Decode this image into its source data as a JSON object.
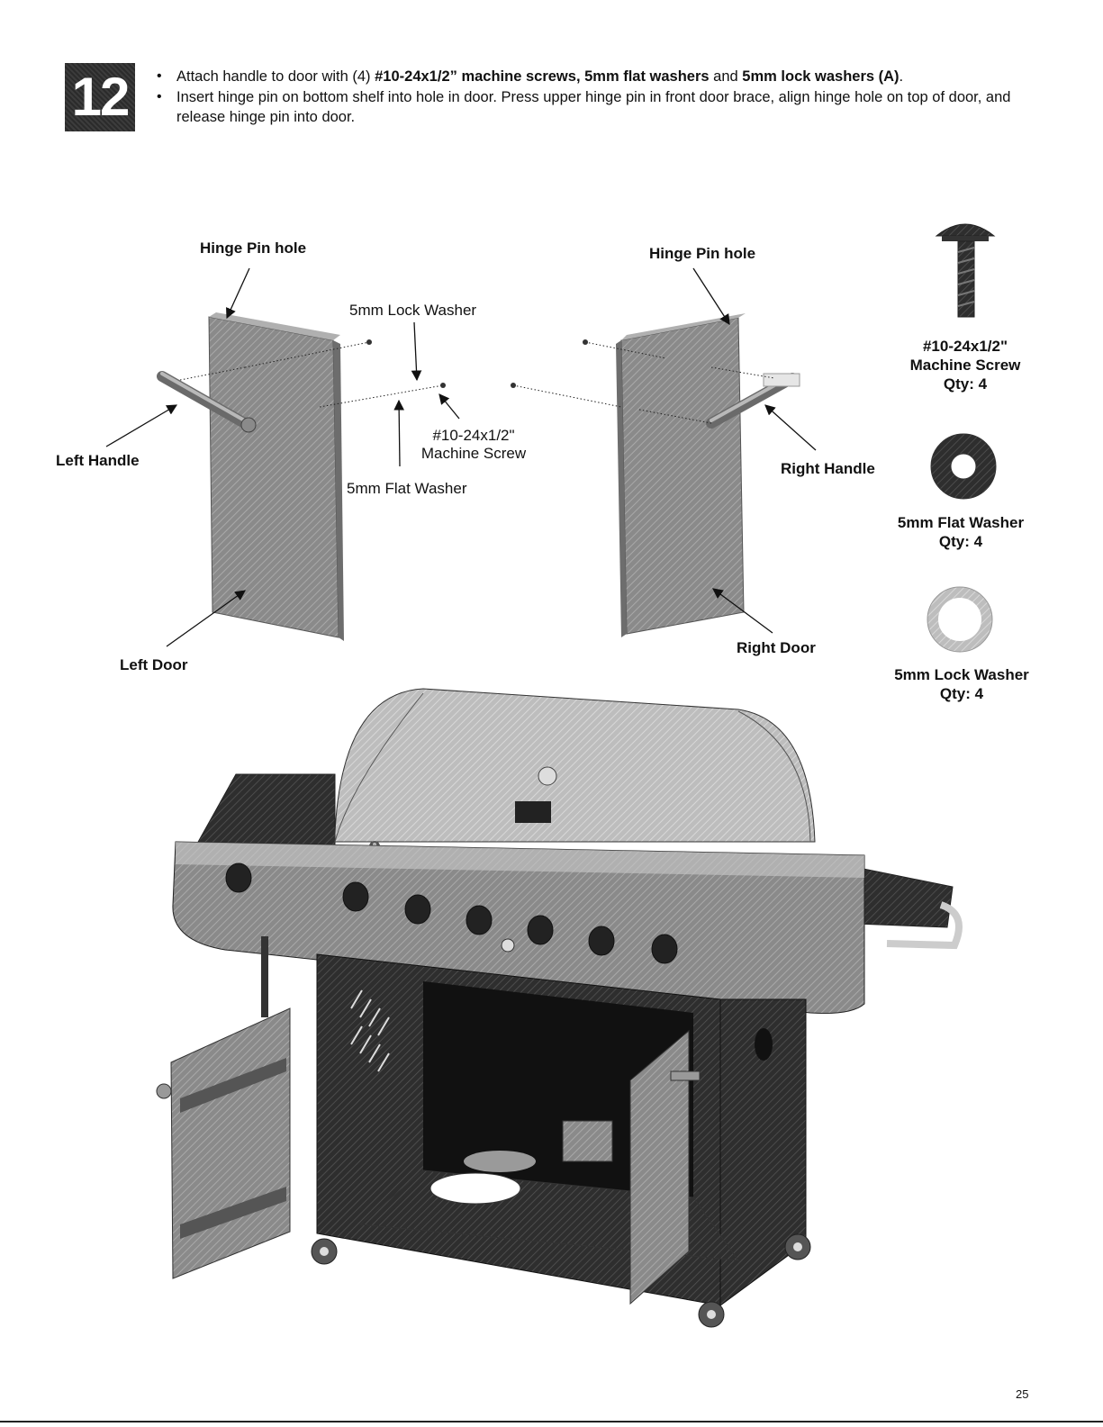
{
  "step": {
    "number": "12",
    "bullet_1": {
      "t1": "Attach handle to door with (4) ",
      "b1": "#10-24x1/2” machine screws, 5mm flat washers",
      "t2": " and ",
      "b2": "5mm lock washers (A)",
      "t3": "."
    },
    "bullet_2": "Insert hinge pin on bottom shelf into hole in door. Press upper hinge pin in front door brace, align hinge hole on top of door, and release hinge pin into door."
  },
  "labels": {
    "hinge_pin_hole_left": "Hinge Pin hole",
    "hinge_pin_hole_right": "Hinge Pin hole",
    "lock_washer": "5mm Lock Washer",
    "machine_screw_line1": "#10-24x1/2\"",
    "machine_screw_line2": "Machine Screw",
    "flat_washer": "5mm Flat Washer",
    "left_handle": "Left Handle",
    "right_handle": "Right Handle",
    "left_door": "Left Door",
    "right_door": "Right Door"
  },
  "parts": [
    {
      "name_line1": "#10-24x1/2\"",
      "name_line2": "Machine Screw",
      "qty": "Qty: 4"
    },
    {
      "name_line1": "5mm Flat Washer",
      "qty": "Qty: 4"
    },
    {
      "name_line1": "5mm Lock Washer",
      "qty": "Qty: 4"
    }
  ],
  "page_number": "25"
}
